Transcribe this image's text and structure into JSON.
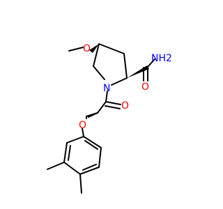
{
  "molecule": {
    "atoms": {
      "methoxy_o": "O",
      "amide_nh2": "NH2",
      "amide_o": "O",
      "ring_n": "N",
      "acyl_o": "O",
      "ether_o": "O"
    },
    "colors": {
      "bond": "#000000",
      "oxygen": "#ff0000",
      "nitrogen": "#0000ff"
    }
  }
}
